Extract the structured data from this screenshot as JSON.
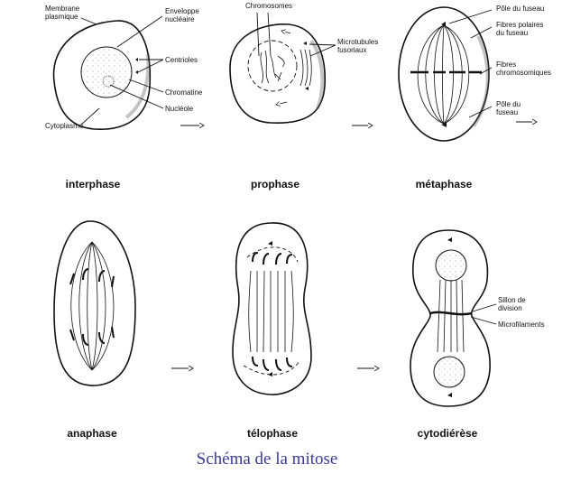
{
  "title": "Schéma de la mitose",
  "stages": [
    "interphase",
    "prophase",
    "métaphase",
    "anaphase",
    "télophase",
    "cytodiérèse"
  ],
  "labels": {
    "interphase": {
      "membrane": [
        "Membrane",
        "plasmique"
      ],
      "enveloppe": [
        "Enveloppe",
        "nucléaire"
      ],
      "centrioles": "Centrioles",
      "chromatine": "Chromatine",
      "nucleole": "Nucléole",
      "cytoplasme": "Cytoplasme"
    },
    "prophase": {
      "chromosomes": "Chromosomes",
      "microtubules": [
        "Microtubules",
        "fusoriaux"
      ]
    },
    "metaphase": {
      "pole_top": "Pôle du fuseau",
      "fibres_polaires": [
        "Fibres polaires",
        "du fuseau"
      ],
      "fibres_chromo": [
        "Fibres",
        "chromosomiques"
      ],
      "pole_bottom": [
        "Pôle du",
        "fuseau"
      ]
    },
    "cytodierese": {
      "sillon": [
        "Sillon de",
        "division"
      ],
      "microfilaments": "Microfilaments"
    }
  }
}
